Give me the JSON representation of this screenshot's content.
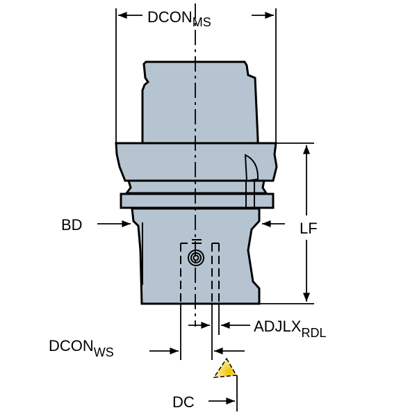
{
  "labels": {
    "dcon_ms": {
      "main": "DCON",
      "sub": "MS"
    },
    "bd": "BD",
    "lf": "LF",
    "adjlx_rdl": {
      "main": "ADJLX",
      "sub": "RDL"
    },
    "dcon_ws": {
      "main": "DCON",
      "sub": "WS"
    },
    "dc": "DC"
  },
  "colors": {
    "body": "#b5c4d0",
    "insert": "#f2c200",
    "line": "#000000"
  }
}
